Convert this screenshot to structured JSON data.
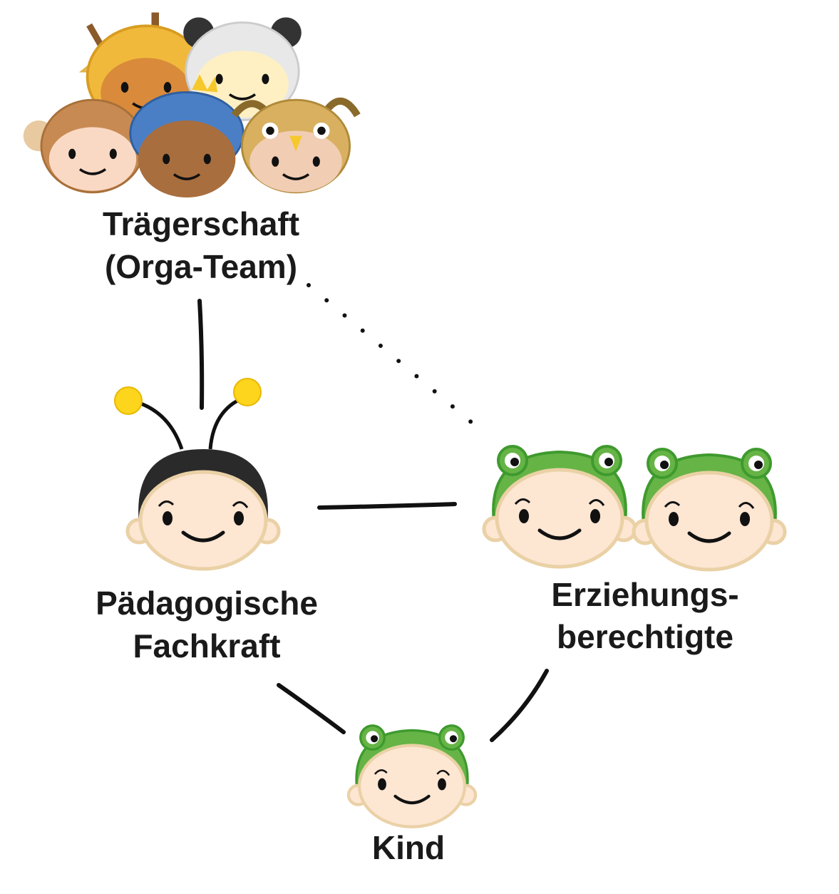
{
  "diagram": {
    "nodes": {
      "traegerschaft": {
        "line1": "Trägerschaft",
        "line2": "(Orga-Team)"
      },
      "fachkraft": {
        "line1": "Pädagogische",
        "line2": "Fachkraft"
      },
      "erziehungsberechtigte": {
        "line1": "Erziehungs-",
        "line2": "berechtigte"
      },
      "kind": {
        "line1": "Kind"
      }
    },
    "edges": [
      {
        "from": "traegerschaft",
        "to": "fachkraft",
        "style": "solid"
      },
      {
        "from": "traegerschaft",
        "to": "erziehungsberechtigte",
        "style": "dotted"
      },
      {
        "from": "fachkraft",
        "to": "erziehungsberechtigte",
        "style": "solid"
      },
      {
        "from": "fachkraft",
        "to": "kind",
        "style": "solid"
      },
      {
        "from": "erziehungsberechtigte",
        "to": "kind",
        "style": "solid"
      }
    ],
    "colors": {
      "frog": "#66b446",
      "bee_dot": "#fdd51c",
      "skin": "#fde6d2",
      "text": "#1a1a1a"
    }
  }
}
